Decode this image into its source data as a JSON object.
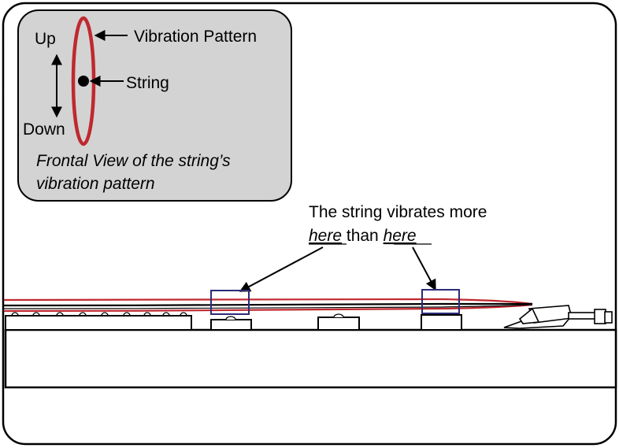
{
  "inset": {
    "up_label": "Up",
    "down_label": "Down",
    "vibration_pattern_label": "Vibration Pattern",
    "string_label": "String",
    "caption_line1": "Frontal View of the string’s",
    "caption_line2": "vibration pattern"
  },
  "annotation": {
    "line1": "The string vibrates more",
    "here_1": "here",
    "than": " than ",
    "here_2": "here"
  },
  "colors": {
    "vibration": "#c0282f",
    "highlight_box": "#2b2b7a",
    "inset_fill": "#d3d3d3",
    "outline": "#000000"
  }
}
